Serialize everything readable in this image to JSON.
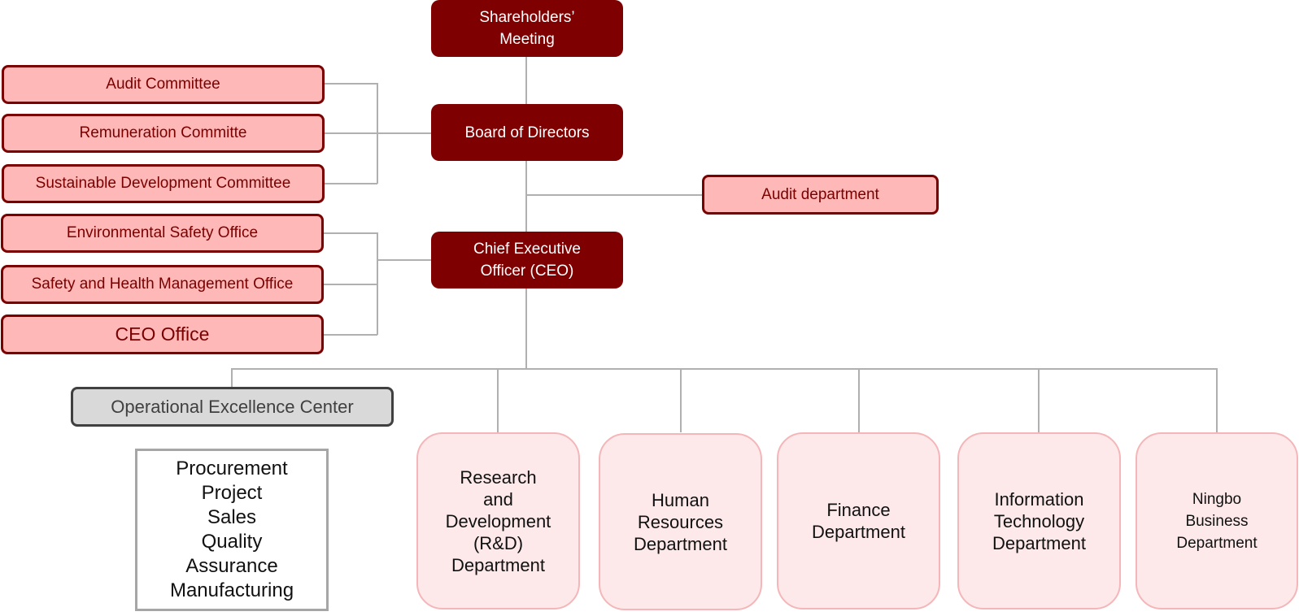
{
  "colors": {
    "executive_fill": "#7f0000",
    "committee_fill": "#ffb8b8",
    "committee_border": "#7a0000",
    "department_fill": "#fde8ea",
    "department_border": "#f4b6b8",
    "oec_fill": "#d9d9d9",
    "connector": "#b0b0b0"
  },
  "executive": {
    "shareholders": "Shareholders’\nMeeting",
    "board": "Board of Directors",
    "ceo": "Chief Executive\nOfficer (CEO)"
  },
  "board_committees": [
    "Audit Committee",
    "Remuneration Committe",
    "Sustainable Development Committee"
  ],
  "audit_department": "Audit department",
  "ceo_offices": [
    "Environmental Safety Office",
    "Safety and Health Management Office",
    "CEO Office"
  ],
  "operational_excellence": {
    "title": "Operational Excellence Center",
    "functions": [
      "Procurement",
      "Project",
      "Sales",
      "Quality",
      "Assurance",
      "Manufacturing"
    ]
  },
  "departments": [
    "Research\nand\nDevelopment\n(R&D)\nDepartment",
    "Human\nResources\nDepartment",
    "Finance\nDepartment",
    "Information\nTechnology\nDepartment",
    "Ningbo\nBusiness\nDepartment"
  ]
}
